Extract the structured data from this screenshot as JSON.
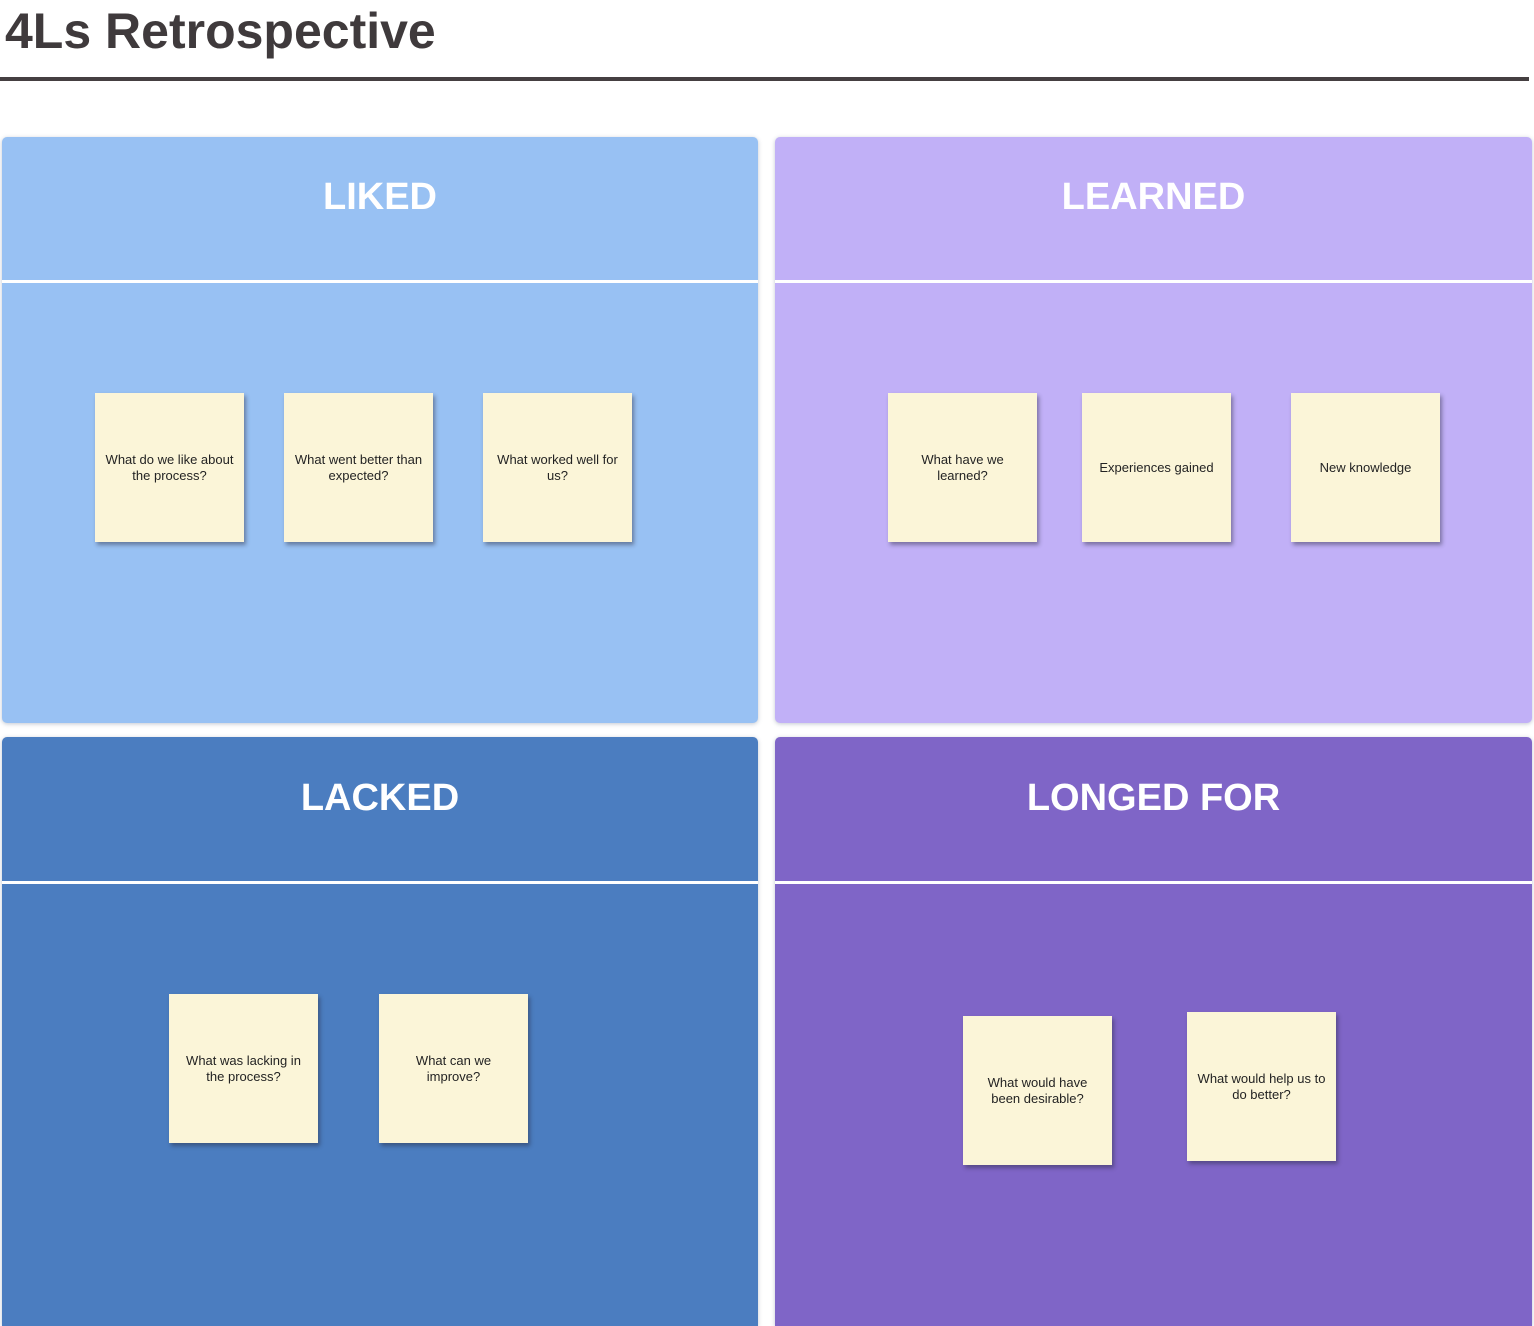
{
  "page": {
    "title": "4Ls Retrospective"
  },
  "board": {
    "note_color": "#fbf5d8",
    "quadrants": [
      {
        "id": "liked",
        "label": "LIKED",
        "color": "#98c1f3",
        "notes": [
          "What do we like about the process?",
          "What went better than expected?",
          "What worked well for us?"
        ]
      },
      {
        "id": "learned",
        "label": "LEARNED",
        "color": "#c1b0f7",
        "notes": [
          "What have we learned?",
          "Experiences gained",
          "New knowledge"
        ]
      },
      {
        "id": "lacked",
        "label": "LACKED",
        "color": "#4b7dc0",
        "notes": [
          "What was lacking in the process?",
          "What can we improve?"
        ]
      },
      {
        "id": "longed-for",
        "label": "LONGED FOR",
        "color": "#7f65c7",
        "notes": [
          "What would have been desirable?",
          "What would help us to do better?"
        ]
      }
    ]
  }
}
